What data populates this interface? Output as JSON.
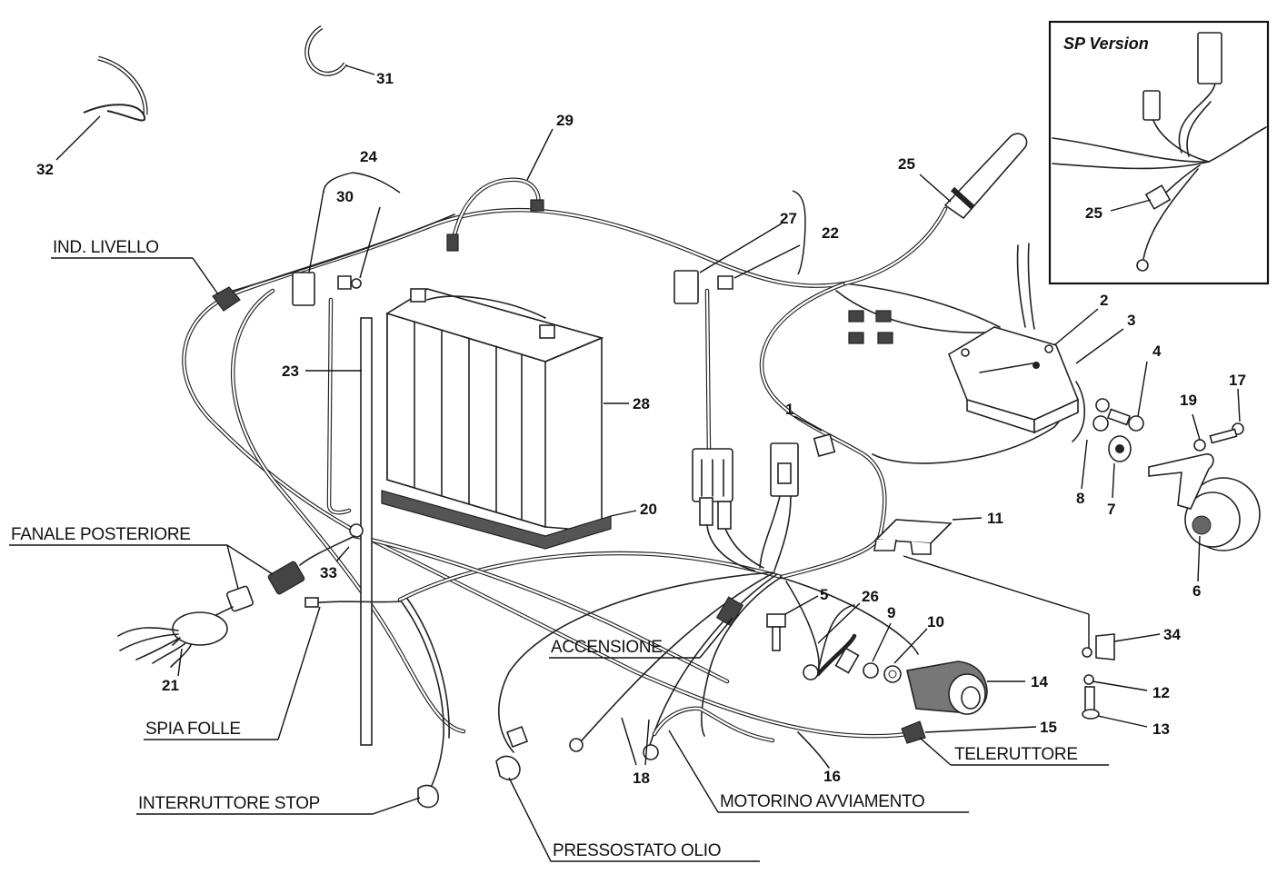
{
  "inset": {
    "title": "SP Version",
    "part_number": "25"
  },
  "callouts": {
    "c1": "1",
    "c2": "2",
    "c3": "3",
    "c4": "4",
    "c5": "5",
    "c6": "6",
    "c7": "7",
    "c8": "8",
    "c9": "9",
    "c10": "10",
    "c11": "11",
    "c12": "12",
    "c13": "13",
    "c14": "14",
    "c15": "15",
    "c16": "16",
    "c17": "17",
    "c18": "18",
    "c19": "19",
    "c20": "20",
    "c21": "21",
    "c22": "22",
    "c23": "23",
    "c24": "24",
    "c25": "25",
    "c26": "26",
    "c27": "27",
    "c28": "28",
    "c29": "29",
    "c30": "30",
    "c31": "31",
    "c32": "32",
    "c33": "33",
    "c34": "34"
  },
  "names": {
    "ind_livello": "IND. LIVELLO",
    "fanale_posteriore": "FANALE POSTERIORE",
    "accensione": "ACCENSIONE",
    "spia_folle": "SPIA FOLLE",
    "interruttore_stop": "INTERRUTTORE STOP",
    "pressostato_olio": "PRESSOSTATO OLIO",
    "motorino_avviamento": "MOTORINO AVVIAMENTO",
    "teleruttore": "TELERUTTORE"
  }
}
